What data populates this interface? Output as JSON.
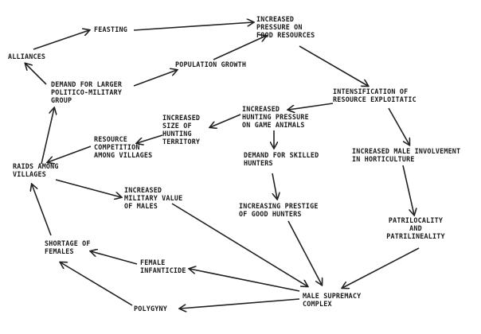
{
  "nodes": {
    "feasting": [
      "FEASTING"
    ],
    "pressure": [
      "INCREASED",
      "PRESSURE ON",
      "FOOD RESOURCES"
    ],
    "alliances": [
      "ALLIANCES"
    ],
    "population": [
      "POPULATION GROWTH"
    ],
    "demand_group": [
      "DEMAND FOR LARGER",
      "POLITICO-MILITARY",
      "GROUP"
    ],
    "intensification": [
      "INTENSIFICATION OF",
      "RESOURCE EXPLOITATIC"
    ],
    "hunting_pressure": [
      "INCREASED",
      "HUNTING PRESSURE",
      "ON GAME ANIMALS"
    ],
    "territory": [
      "INCREASED",
      "SIZE OF",
      "HUNTING",
      "TERRITORY"
    ],
    "competition": [
      "RESOURCE",
      "COMPETITION",
      "AMONG VILLAGES"
    ],
    "raids": [
      "RAIDS AMONG",
      "VILLAGES"
    ],
    "skilled": [
      "DEMAND FOR SKILLED",
      "HUNTERS"
    ],
    "horticulture": [
      "INCREASED MALE INVOLVEMENT",
      "IN HORTICULTURE"
    ],
    "military": [
      "INCREASED",
      "MILITARY VALUE",
      "OF MALES"
    ],
    "prestige": [
      "INCREASING PRESTIGE",
      "OF GOOD HUNTERS"
    ],
    "patrilocality": [
      "PATRILOCALITY",
      "AND",
      "PATRILINEALITY"
    ],
    "shortage": [
      "SHORTAGE OF",
      "FEMALES"
    ],
    "infanticide": [
      "FEMALE",
      "INFANTICIDE"
    ],
    "supremacy": [
      "MALE SUPREMACY",
      "COMPLEX"
    ],
    "polygyny": [
      "POLYGYNY"
    ]
  }
}
